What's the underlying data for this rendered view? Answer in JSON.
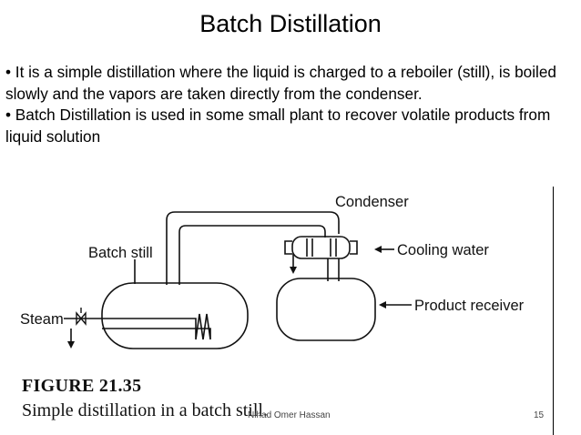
{
  "slide": {
    "title": "Batch Distillation",
    "bullets": [
      "• It is a simple distillation where the liquid is  charged to a reboiler (still), is boiled slowly and the vapors are taken directly from the condenser.",
      "• Batch Distillation is used in some small plant to recover volatile products from liquid solution"
    ]
  },
  "figure": {
    "labels": {
      "condenser": "Condenser",
      "cooling_water": "Cooling water",
      "batch_still": "Batch still",
      "product_receiver": "Product receiver",
      "steam": "Steam"
    },
    "caption_number": "FIGURE  21.35",
    "caption_text": "Simple distillation in a batch still."
  },
  "footer": {
    "author": "Nihad Omer Hassan",
    "page_number": "15"
  }
}
